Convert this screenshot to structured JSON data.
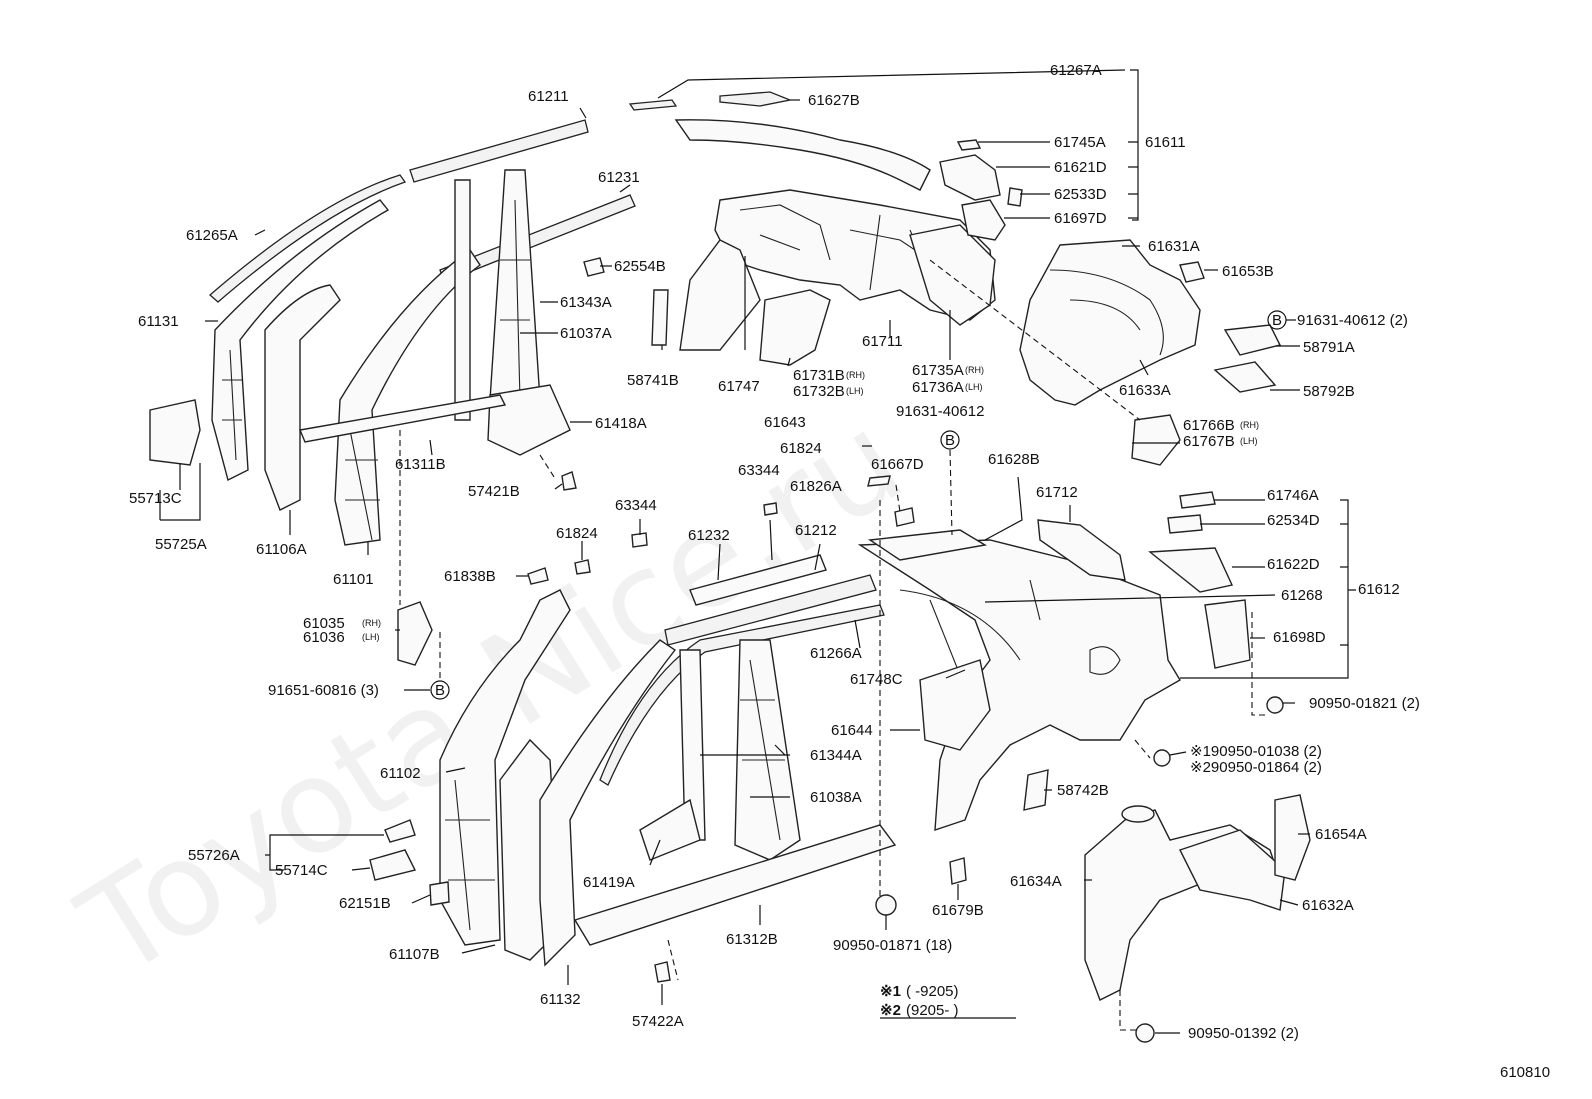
{
  "watermark": "Toyota-Nice.ru",
  "diagram_id": "610810",
  "legend": {
    "row1_mark": "※1",
    "row1_range": "(      -9205)",
    "row2_mark": "※2",
    "row2_range": "(9205-          )"
  },
  "bolt_symbol": "B",
  "labels": {
    "l61267A": "61267A",
    "l61627B": "61627B",
    "l61745A": "61745A",
    "l61611": "61611",
    "l61621D": "61621D",
    "l62533D": "62533D",
    "l61697D": "61697D",
    "l61211": "61211",
    "l61231": "61231",
    "l61265A": "61265A",
    "l62554B": "62554B",
    "l61343A": "61343A",
    "l61037A": "61037A",
    "l61131": "61131",
    "l58741B": "58741B",
    "l61747": "61747",
    "l61731B": "61731B",
    "l61732B": "61732B",
    "rh1": "(RH)",
    "lh1": "(LH)",
    "l61643": "61643",
    "l61711": "61711",
    "l61735A": "61735A",
    "l61736A": "61736A",
    "rh2": "(RH)",
    "lh2": "(LH)",
    "l91631_40612": "91631-40612",
    "l61631A": "61631A",
    "l61653B": "61653B",
    "l91631_40612_2": "91631-40612 (2)",
    "l58791A": "58791A",
    "l61633A": "61633A",
    "l58792B": "58792B",
    "l61766B": "61766B",
    "l61767B": "61767B",
    "rh3": "(RH)",
    "lh3": "(LH)",
    "l61418A": "61418A",
    "l61311B": "61311B",
    "l57421B": "57421B",
    "l55713C": "55713C",
    "l55725A": "55725A",
    "l61106A": "61106A",
    "l61101": "61101",
    "l61824a": "61824",
    "l61667D": "61667D",
    "l63344a": "63344",
    "l61826A": "61826A",
    "l61628B": "61628B",
    "l61712": "61712",
    "l61746A": "61746A",
    "l62534D": "62534D",
    "l61622D": "61622D",
    "l61612": "61612",
    "l61268": "61268",
    "l61698D": "61698D",
    "l63344b": "63344",
    "l61824b": "61824",
    "l61232": "61232",
    "l61212": "61212",
    "l61838B": "61838B",
    "l61035": "61035",
    "l61036": "61036",
    "rh4": "(RH)",
    "lh4": "(LH)",
    "l61266A": "61266A",
    "l61748C": "61748C",
    "l91651_60816": "91651-60816 (3)",
    "l90950_01821": "90950-01821 (2)",
    "l61644": "61644",
    "l61344A": "61344A",
    "l90950_01038": "※190950-01038 (2)",
    "l90950_01864": "※290950-01864 (2)",
    "l61102": "61102",
    "l58742B": "58742B",
    "l61038A": "61038A",
    "l61654A": "61654A",
    "l55726A": "55726A",
    "l55714C": "55714C",
    "l61419A": "61419A",
    "l61634A": "61634A",
    "l62151B": "62151B",
    "l61679B": "61679B",
    "l61632A": "61632A",
    "l61107B": "61107B",
    "l61312B": "61312B",
    "l90950_01871": "90950-01871 (18)",
    "l61132": "61132",
    "l57422A": "57422A",
    "l90950_01392": "90950-01392 (2)"
  }
}
